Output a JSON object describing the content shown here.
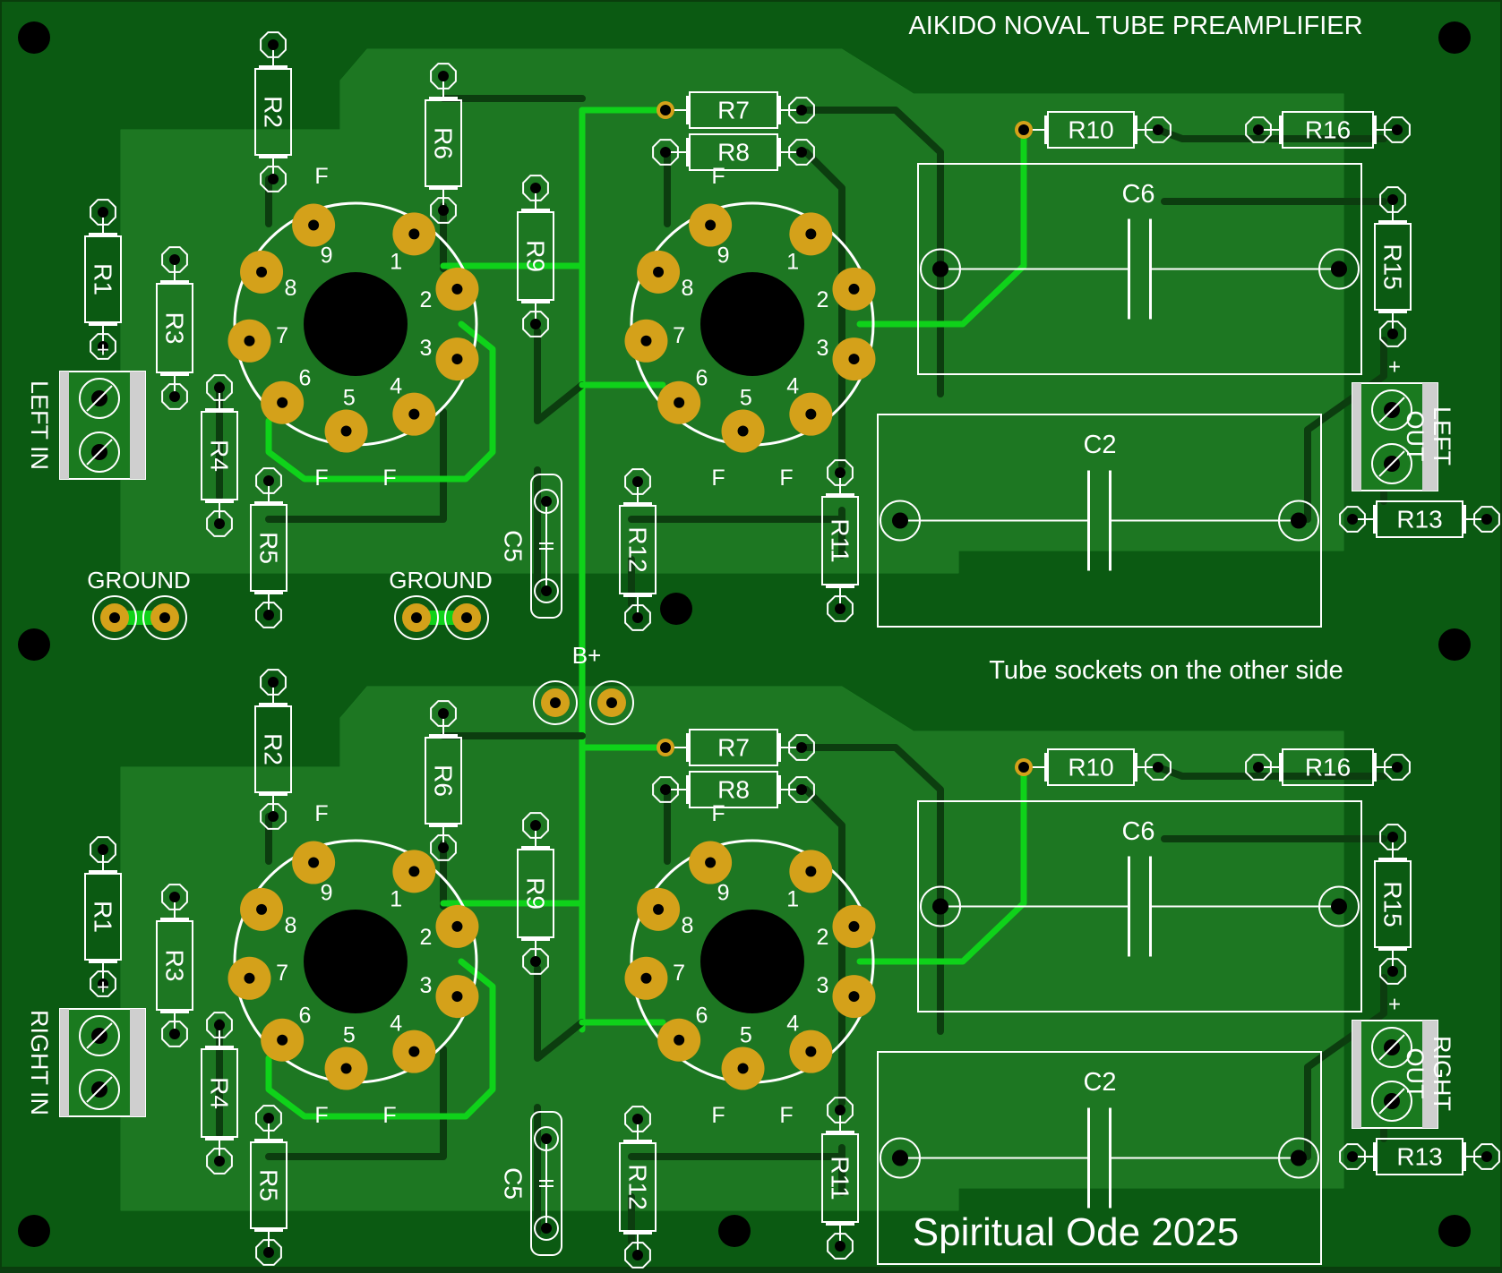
{
  "board": {
    "title": "AIKIDO NOVAL TUBE PREAMPLIFIER",
    "note": "Tube sockets on the other side",
    "signature": "Spiritual Ode 2025",
    "bplus": "B+",
    "ground": "GROUND",
    "plus": "+"
  },
  "colors": {
    "board_dark": "#0b5a12",
    "board_mid": "#1c7a22",
    "copper_trace": "#0fd21a",
    "dark_trace": "#0c3d0f",
    "pad_gold": "#d4a11a",
    "silk": "#ffffff",
    "hole": "#000000"
  },
  "channels": [
    {
      "name": "top",
      "input_label": "LEFT IN",
      "output_label_1": "LEFT",
      "output_label_2": "OUT",
      "resistors": [
        "R1",
        "R2",
        "R3",
        "R4",
        "R5",
        "R6",
        "R7",
        "R8",
        "R9",
        "R10",
        "R11",
        "R12",
        "R13",
        "R15",
        "R16"
      ],
      "capacitors": [
        "C2",
        "C5",
        "C6"
      ]
    },
    {
      "name": "bottom",
      "input_label": "RIGHT IN",
      "output_label_1": "RIGHT",
      "output_label_2": "OUT",
      "resistors": [
        "R1",
        "R2",
        "R3",
        "R4",
        "R5",
        "R6",
        "R7",
        "R8",
        "R9",
        "R10",
        "R11",
        "R12",
        "R13",
        "R15",
        "R16"
      ],
      "capacitors": [
        "C2",
        "C5",
        "C6"
      ]
    }
  ],
  "socket_pins": [
    "1",
    "2",
    "3",
    "4",
    "5",
    "6",
    "7",
    "8",
    "9"
  ],
  "filament_label": "F"
}
